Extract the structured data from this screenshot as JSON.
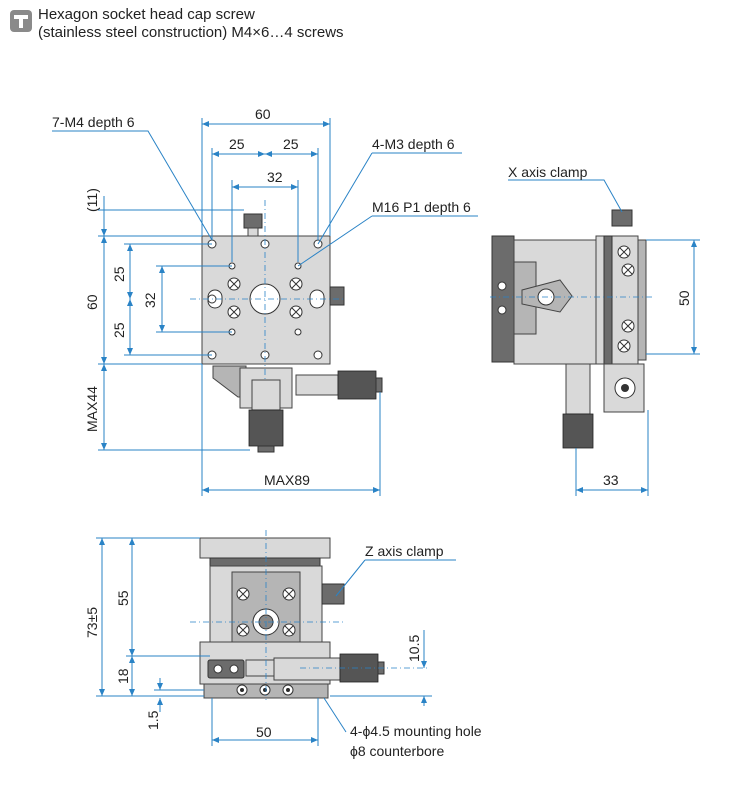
{
  "header": {
    "line1": "Hexagon socket head cap screw",
    "line2": "(stainless steel construction) M4×6…4 screws"
  },
  "labels": {
    "m4_depth": "7-M4 depth 6",
    "m3_depth": "4-M3 depth 6",
    "m16_depth": "M16 P1 depth 6",
    "x_clamp": "X axis clamp",
    "z_clamp": "Z axis clamp",
    "mount_hole": "4-ϕ4.5 mounting hole",
    "counterbore": "ϕ8 counterbore"
  },
  "dims": {
    "d60_top": "60",
    "d25_left": "25",
    "d25_right": "25",
    "d32_top": "32",
    "d11": "(11)",
    "d60_left": "60",
    "d25_upper": "25",
    "d32_left": "32",
    "d25_lower": "25",
    "max44": "MAX44",
    "max89": "MAX89",
    "d50_side": "50",
    "d33": "33",
    "d73": "73±5",
    "d55": "55",
    "d18": "18",
    "d1_5": "1.5",
    "d10_5": "10.5",
    "d50_bottom": "50"
  },
  "colors": {
    "dimension": "#2a83c6",
    "part": "#d9d9d9",
    "outline": "#444444"
  }
}
